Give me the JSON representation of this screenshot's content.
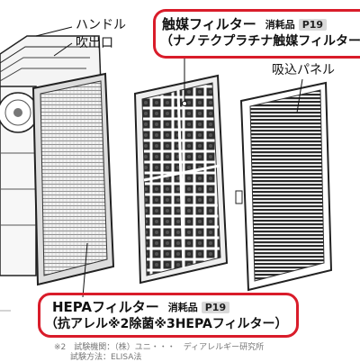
{
  "labels": {
    "handle": "ハンドル",
    "outlet": "吹出口",
    "intake_panel": "吸込パネル"
  },
  "catalyst_filter": {
    "name": "触媒フィルター",
    "consumable": "消耗品",
    "page_ref": "P19",
    "subtitle": "（ナノテクプラチナ触媒フィルター"
  },
  "hepa_filter": {
    "name": "HEPAフィルター",
    "consumable": "消耗品",
    "page_ref": "P19",
    "subtitle": "（抗アレル※2除菌※3HEPAフィルター）"
  },
  "footnotes": {
    "line1": "※2　試験機関：（株）ユニ・・・　ディアレルギー研究所",
    "line2": "　　試験方法：ELISA法"
  },
  "colors": {
    "accent_red": "#d91c2a",
    "badge_gray": "#d9d9d9"
  }
}
